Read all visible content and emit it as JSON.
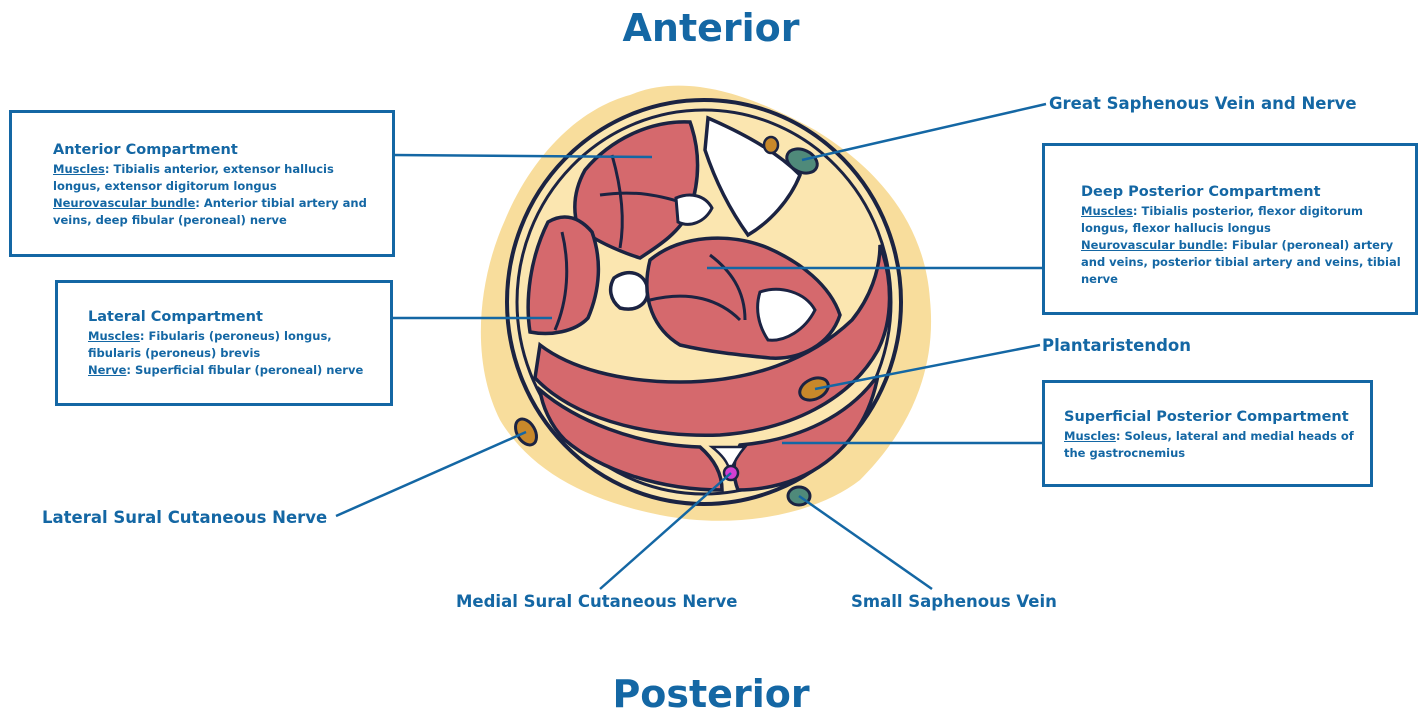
{
  "headings": {
    "top": "Anterior",
    "bottom": "Posterior"
  },
  "boxes": {
    "anterior": {
      "title": "Anterior Compartment",
      "muscles_key": "Muscles",
      "muscles_text": ": Tibialis anterior, extensor hallucis longus, extensor digitorum longus",
      "nv_key": "Neurovascular bundle",
      "nv_text": ": Anterior tibial artery and veins, deep fibular (peroneal) nerve"
    },
    "lateral": {
      "title": "Lateral Compartment",
      "muscles_key": "Muscles",
      "muscles_text": ": Fibularis (peroneus) longus, fibularis (peroneus) brevis",
      "nerve_key": "Nerve",
      "nerve_text": ": Superficial fibular (peroneal) nerve"
    },
    "deep_posterior": {
      "title": "Deep Posterior Compartment",
      "muscles_key": "Muscles",
      "muscles_text": ": Tibialis posterior, flexor digitorum longus, flexor hallucis longus",
      "nv_key": "Neurovascular bundle",
      "nv_text": ": Fibular (peroneal) artery and veins, posterior tibial artery and veins, tibial nerve"
    },
    "superficial_posterior": {
      "title": "Superficial Posterior Compartment",
      "muscles_key": "Muscles",
      "muscles_text": ": Soleus, lateral and medial heads of the gastrocnemius"
    }
  },
  "labels": {
    "great_saphenous": "Great Saphenous Vein and Nerve",
    "plantaris": "Plantaristendon",
    "lateral_sural": "Lateral Sural Cutaneous Nerve",
    "medial_sural": "Medial Sural Cutaneous Nerve",
    "small_saphenous": "Small Saphenous Vein"
  },
  "colors": {
    "label_blue": "#1467a4",
    "skin": "#f8dd9c",
    "fascia": "#fbe6b0",
    "muscle": "#d5696d",
    "outline": "#1b2342",
    "nerve_orange": "#c8882a",
    "vein_green": "#4f8a7a",
    "nerve_magenta": "#d23fd2"
  }
}
